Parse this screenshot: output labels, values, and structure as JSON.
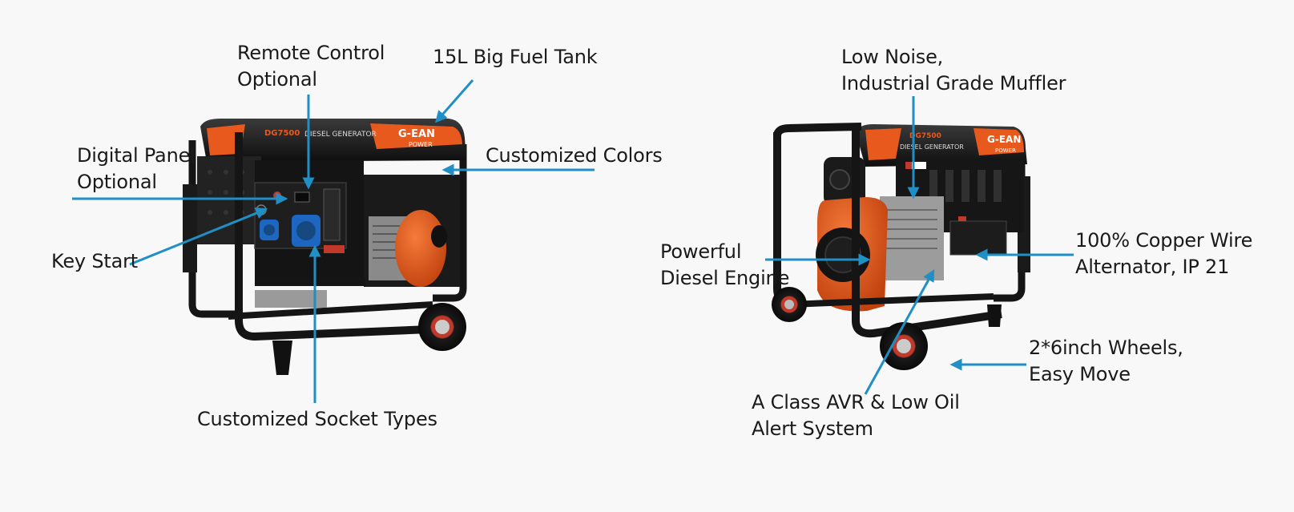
{
  "labels": {
    "remote_control": [
      "Remote Control",
      "Optional"
    ],
    "fuel_tank": [
      "15L Big Fuel Tank"
    ],
    "digital_panel": [
      "Digital Panel",
      "Optional"
    ],
    "customized_colors": [
      "Customized Colors"
    ],
    "key_start": [
      "Key Start"
    ],
    "socket_types": [
      "Customized Socket Types"
    ],
    "muffler": [
      "Low Noise,",
      "Industrial Grade Muffler"
    ],
    "engine": [
      "Powerful",
      "Diesel Engine"
    ],
    "alternator": [
      "100% Copper Wire",
      "Alternator, IP 21"
    ],
    "wheels": [
      "2*6inch Wheels,",
      "Easy Move"
    ],
    "avr": [
      "A Class AVR & Low Oil",
      "Alert System"
    ]
  },
  "generator_left": {
    "model_text": "DG7500",
    "type_text": "DIESEL GENERATOR",
    "brand_text": "G-EAN",
    "brand_sub": "POWER"
  },
  "generator_right": {
    "model_text": "DG7500",
    "type_text": "DIESEL GENERATOR",
    "brand_text": "G-EAN",
    "brand_sub": "POWER"
  },
  "colors": {
    "arrow": "#1f8fc6",
    "frame": "#151515",
    "orange": "#e8591d",
    "background": "#f8f8f8",
    "socket": "#1d66c1"
  }
}
